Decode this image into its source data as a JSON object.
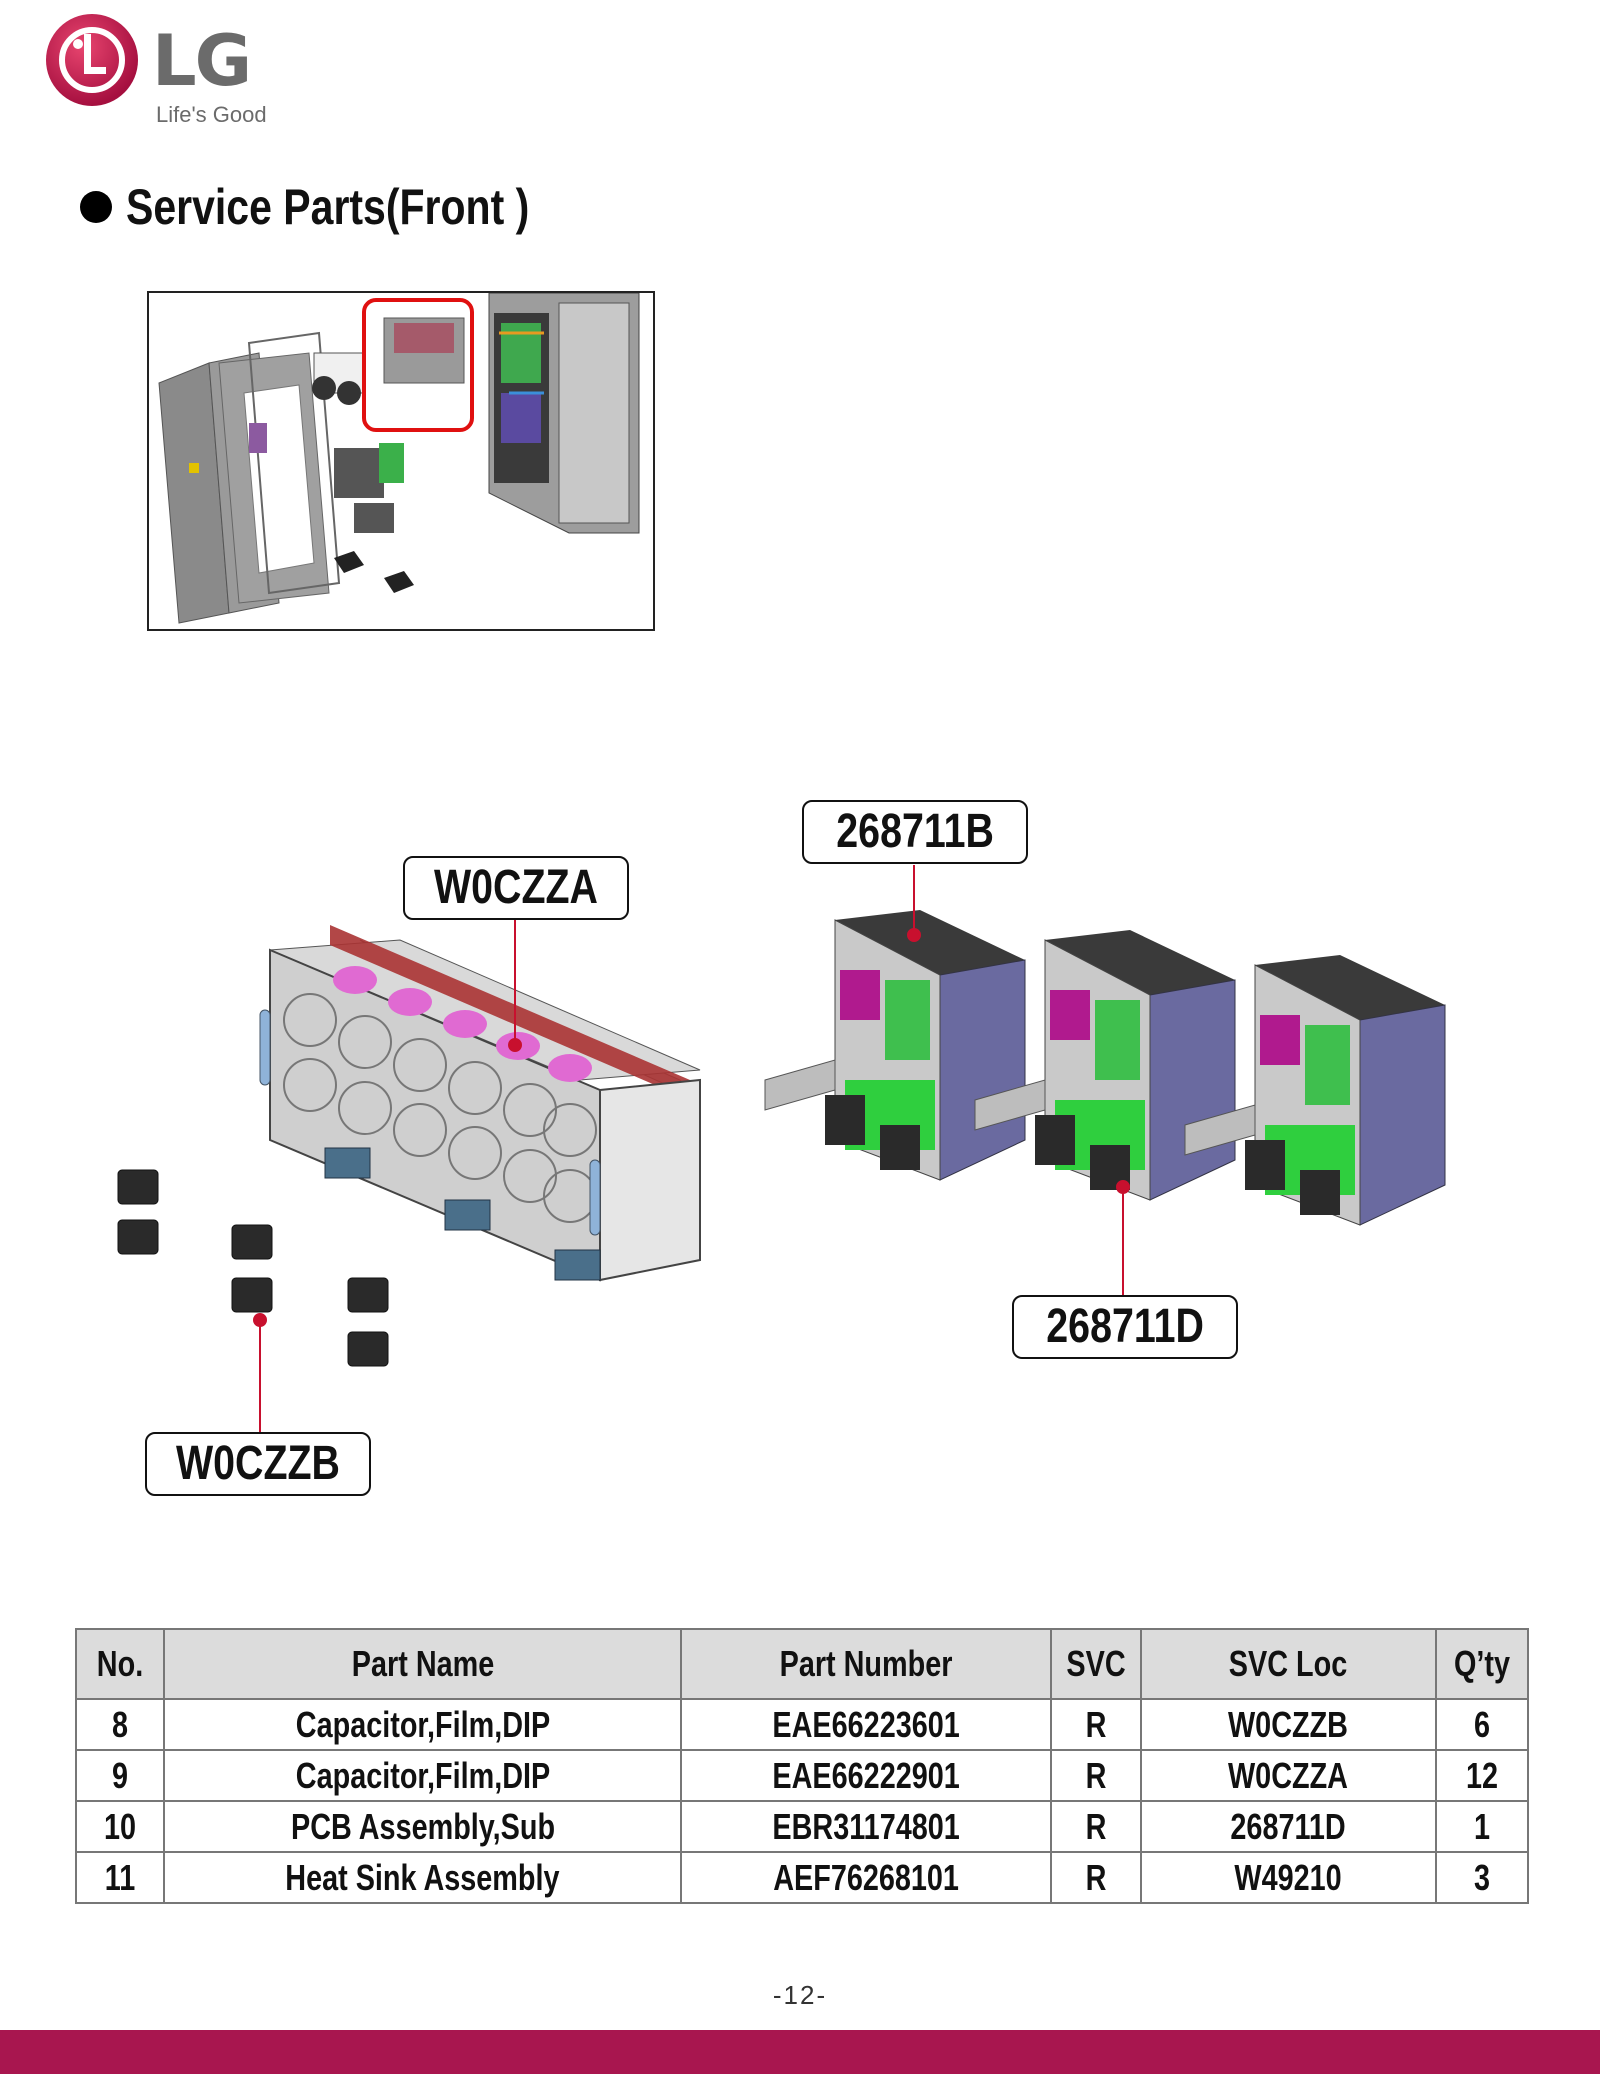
{
  "brand": {
    "name": "LG",
    "tagline": "Life's Good",
    "color": "#c8174f"
  },
  "section_title": "Service Parts(Front )",
  "callouts": {
    "w0czza": "W0CZZA",
    "b268711": "268711B",
    "d268711": "268711D",
    "w0czzb": "W0CZZB"
  },
  "table": {
    "headers": [
      "No.",
      "Part Name",
      "Part Number",
      "SVC",
      "SVC Loc",
      "Q’ty"
    ],
    "rows": [
      [
        "8",
        "Capacitor,Film,DIP",
        "EAE66223601",
        "R",
        "W0CZZB",
        "6"
      ],
      [
        "9",
        "Capacitor,Film,DIP",
        "EAE66222901",
        "R",
        "W0CZZA",
        "12"
      ],
      [
        "10",
        "PCB Assembly,Sub",
        "EBR31174801",
        "R",
        "268711D",
        "1"
      ],
      [
        "11",
        "Heat Sink Assembly",
        "AEF76268101",
        "R",
        "W49210",
        "3"
      ]
    ]
  },
  "page_number": "-12-",
  "footer_color": "#a8164f"
}
